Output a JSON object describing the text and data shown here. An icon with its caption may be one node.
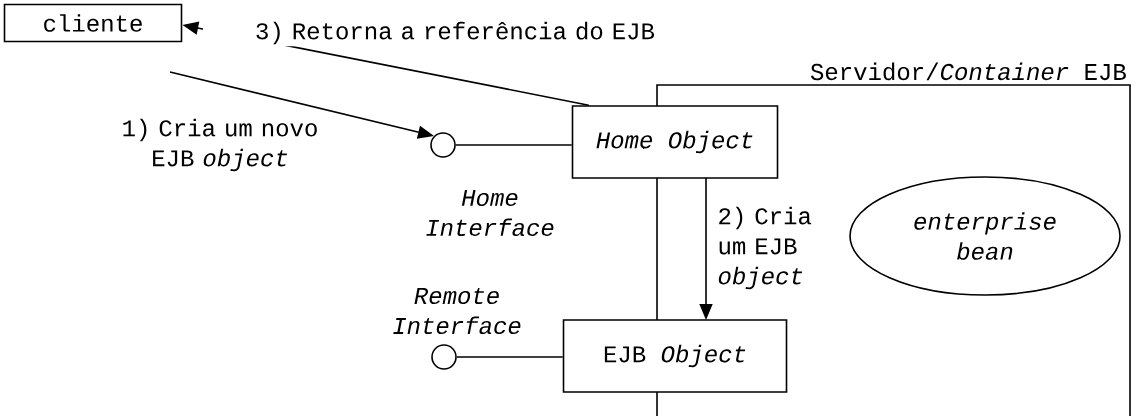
{
  "diagram": {
    "nodes": [
      {
        "text": [
          "cliente"
        ]
      },
      {
        "text": [
          "Servidor/*Container* EJB"
        ]
      },
      {
        "text": [
          "Home Object"
        ]
      },
      {
        "text": [],
        "shape": "circle",
        "beside": [
          "Home Interface"
        ]
      },
      {
        "text": [
          "enterprise bean"
        ],
        "in": 1
      },
      {
        "text": [],
        "shape": "circle",
        "beside": [
          "Remote Interface"
        ]
      },
      {
        "text": [
          "EJB *Object*"
        ]
      }
    ],
    "edges": [
      {
        "from": 0,
        "to": 3,
        "arrow": "to",
        "label": "1) Cria um novo EJB *object*"
      },
      {
        "from": 2,
        "to": 0,
        "arrow": "to",
        "label": "3) Retorna a referência do EJB"
      },
      {
        "from": 3,
        "to": 2,
        "arrow": "none"
      },
      {
        "from": 2,
        "to": 6,
        "arrow": "to",
        "label": "2) Cria um EJB *object*"
      },
      {
        "from": 5,
        "to": 6,
        "arrow": "none"
      }
    ]
  }
}
